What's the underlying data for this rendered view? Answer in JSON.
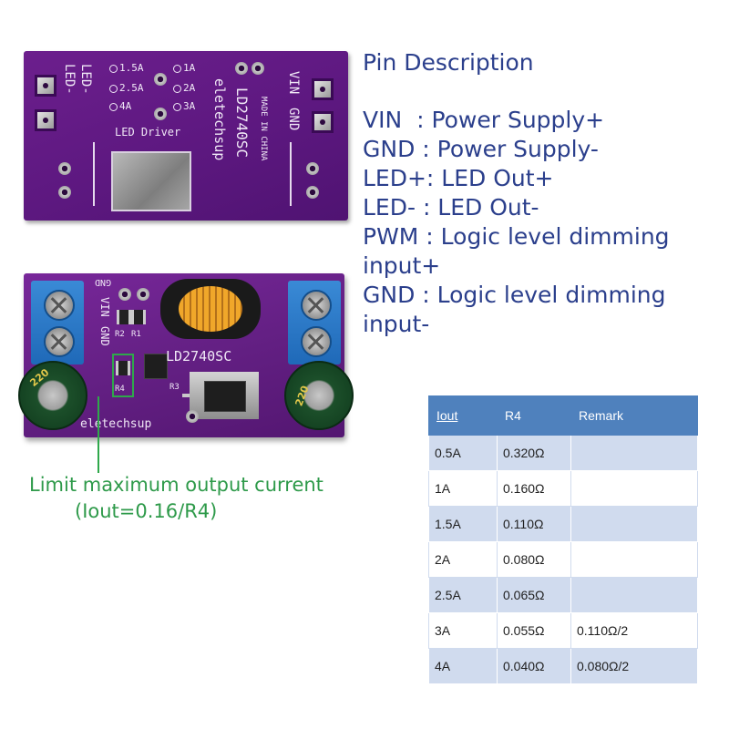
{
  "pcb_top": {
    "label_led_minus_left": "LED-",
    "label_led_minus_right": "LED-",
    "opt_1_5a": "1.5A",
    "opt_1a": "1A",
    "opt_2_5a": "2.5A",
    "opt_2a": "2A",
    "opt_4a": "4A",
    "opt_3a": "3A",
    "label_led_driver": "LED Driver",
    "brand": "eletechsup",
    "model": "LD2740SC",
    "made_in": "MADE IN CHINA",
    "label_vin": "VIN",
    "label_gnd": "GND"
  },
  "pcb_bottom": {
    "label_gnd_top": "GND",
    "label_vin": "VIN",
    "label_gnd": "GND",
    "label_r2": "R2",
    "label_r1": "R1",
    "label_r4": "R4",
    "label_r3": "R3",
    "model": "LD2740SC",
    "brand": "eletechsup",
    "cap_mark_left": "220",
    "cap_mark_right": "220"
  },
  "callout": {
    "line1": "Limit maximum output current",
    "line2": "(Iout=0.16/R4)"
  },
  "pin_description": {
    "title": "Pin Description",
    "lines": [
      "VIN  : Power Supply+",
      "GND : Power Supply-",
      "LED+: LED Out+",
      "LED- : LED Out-",
      "PWM : Logic level dimming input+",
      "GND : Logic level dimming input-"
    ]
  },
  "table": {
    "headers": [
      "Iout",
      "R4",
      "Remark"
    ],
    "rows": [
      [
        "0.5A",
        "0.320Ω",
        ""
      ],
      [
        "1A",
        "0.160Ω",
        ""
      ],
      [
        "1.5A",
        "0.110Ω",
        ""
      ],
      [
        "2A",
        "0.080Ω",
        ""
      ],
      [
        "2.5A",
        "0.065Ω",
        ""
      ],
      [
        "3A",
        "0.055Ω",
        "0.110Ω/2"
      ],
      [
        "4A",
        "0.040Ω",
        "0.080Ω/2"
      ]
    ]
  },
  "colors": {
    "pcb_purple": "#5d1880",
    "pin_text": "#2b3f8c",
    "callout_green": "#2e9a4a",
    "table_header": "#4f81bd",
    "table_band": "#d0dbee"
  }
}
